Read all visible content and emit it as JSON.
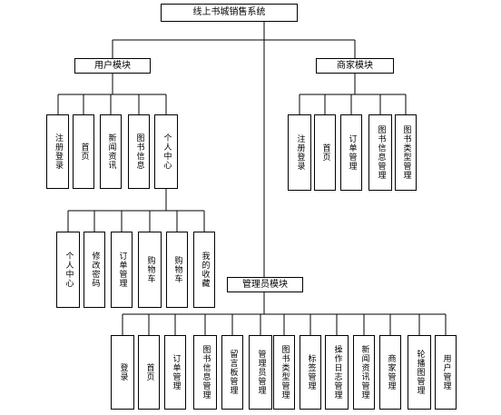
{
  "root": "线上书城销售系统",
  "user_module": {
    "title": "用户模块",
    "items": [
      "注册登录",
      "首页",
      "新闻资讯",
      "图书信息",
      "个人中心"
    ],
    "personal_center": {
      "items": [
        "个人中心",
        "修改密码",
        "订单管理",
        "购物车",
        "购物车",
        "我的收藏"
      ]
    }
  },
  "merchant_module": {
    "title": "商家模块",
    "items": [
      "注册登录",
      "首页",
      "订单管理",
      "图书信息管理",
      "图书类型管理"
    ]
  },
  "admin_module": {
    "title": "管理员模块",
    "items": [
      "登录",
      "首页",
      "订单管理",
      "图书信息管理",
      "留言板管理",
      "管理员管理",
      "图书类型管理",
      "标签管理",
      "操作日志管理",
      "新闻资讯管理",
      "商家管理",
      "轮播图管理",
      "用户管理"
    ]
  }
}
